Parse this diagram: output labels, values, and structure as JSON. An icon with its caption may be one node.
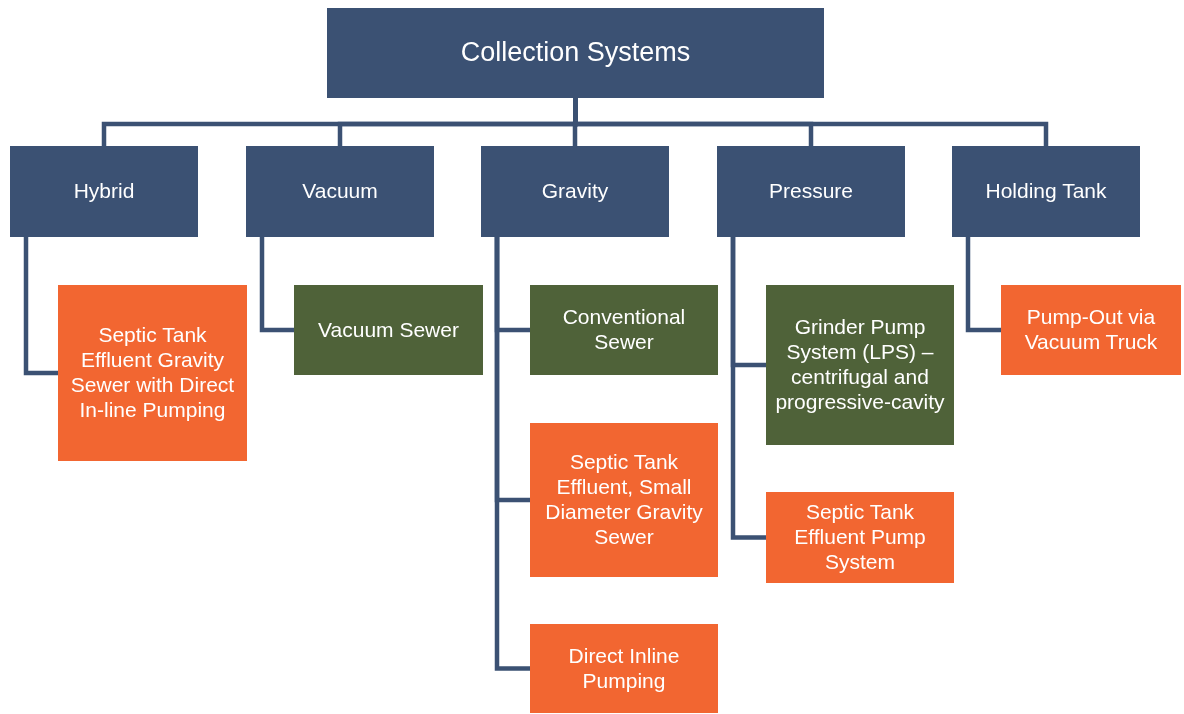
{
  "diagram": {
    "nodes": [
      {
        "text": [
          "Collection Systems"
        ]
      },
      {
        "text": [
          "Hybrid"
        ]
      },
      {
        "text": [
          "Vacuum"
        ]
      },
      {
        "text": [
          "Gravity"
        ]
      },
      {
        "text": [
          "Pressure"
        ]
      },
      {
        "text": [
          "Holding Tank"
        ]
      },
      {
        "text": [
          "Septic Tank Effluent Gravity Sewer with Direct In-line Pumping"
        ]
      },
      {
        "text": [
          "Vacuum Sewer"
        ]
      },
      {
        "text": [
          "Conventional Sewer"
        ]
      },
      {
        "text": [
          "Septic Tank Effluent, Small Diameter Gravity Sewer"
        ]
      },
      {
        "text": [
          "Direct Inline Pumping"
        ]
      },
      {
        "text": [
          "Grinder Pump System (LPS) – centrifugal and progressive-cavity"
        ]
      },
      {
        "text": [
          "Septic Tank Effluent Pump System"
        ]
      },
      {
        "text": [
          "Pump-Out via Vacuum Truck"
        ]
      }
    ],
    "edges": [
      {
        "from": 0,
        "to": 1,
        "arrow": "none"
      },
      {
        "from": 0,
        "to": 2,
        "arrow": "none"
      },
      {
        "from": 0,
        "to": 3,
        "arrow": "none"
      },
      {
        "from": 0,
        "to": 4,
        "arrow": "none"
      },
      {
        "from": 0,
        "to": 5,
        "arrow": "none"
      },
      {
        "from": 1,
        "to": 6,
        "arrow": "none"
      },
      {
        "from": 2,
        "to": 7,
        "arrow": "none"
      },
      {
        "from": 3,
        "to": 8,
        "arrow": "none"
      },
      {
        "from": 3,
        "to": 9,
        "arrow": "none"
      },
      {
        "from": 3,
        "to": 10,
        "arrow": "none"
      },
      {
        "from": 4,
        "to": 11,
        "arrow": "none"
      },
      {
        "from": 4,
        "to": 12,
        "arrow": "none"
      },
      {
        "from": 5,
        "to": 13,
        "arrow": "none"
      }
    ]
  }
}
